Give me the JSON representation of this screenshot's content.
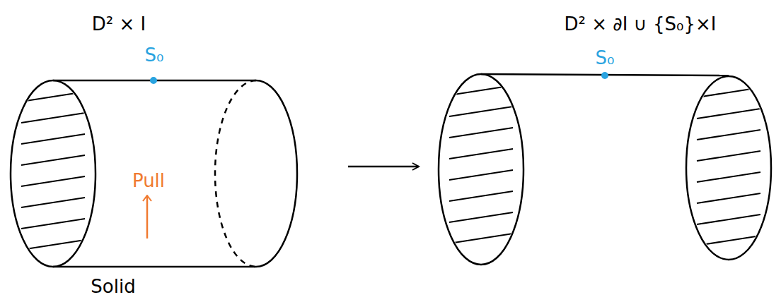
{
  "diagram": {
    "labels": [
      "D² × I",
      "S₀",
      "Pull",
      "Solid",
      "D² × ∂I ∪ {S₀}×I",
      "S₀"
    ]
  }
}
